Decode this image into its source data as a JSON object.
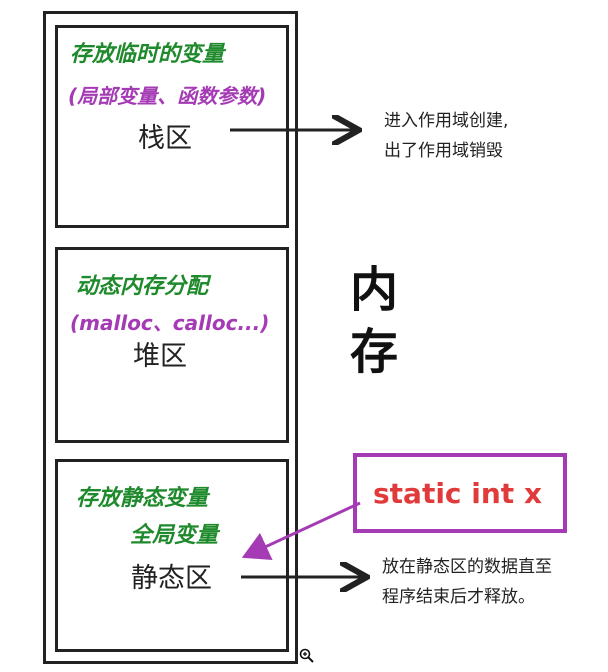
{
  "stack": {
    "note_line1": "存放临时的变量",
    "note_line2": "(局部变量、函数参数)",
    "label": "栈区",
    "description_line1": "进入作用域创建,",
    "description_line2": "出了作用域销毁"
  },
  "heap": {
    "note_line1": "动态内存分配",
    "note_line2": "(malloc、calloc...)",
    "label": "堆区"
  },
  "static_area": {
    "note_line1": "存放静态变量",
    "note_line2": "全局变量",
    "label": "静态区",
    "description_line1": "放在静态区的数据直至",
    "description_line2": "程序结束后才释放。"
  },
  "memory_title_line1": "内",
  "memory_title_line2": "存",
  "example_code": "static int x",
  "colors": {
    "annotation_green": "#1f8a2c",
    "annotation_purple": "#a43bb5",
    "code_red": "#e03a3a"
  },
  "icons": [
    "zoom-in-icon"
  ]
}
